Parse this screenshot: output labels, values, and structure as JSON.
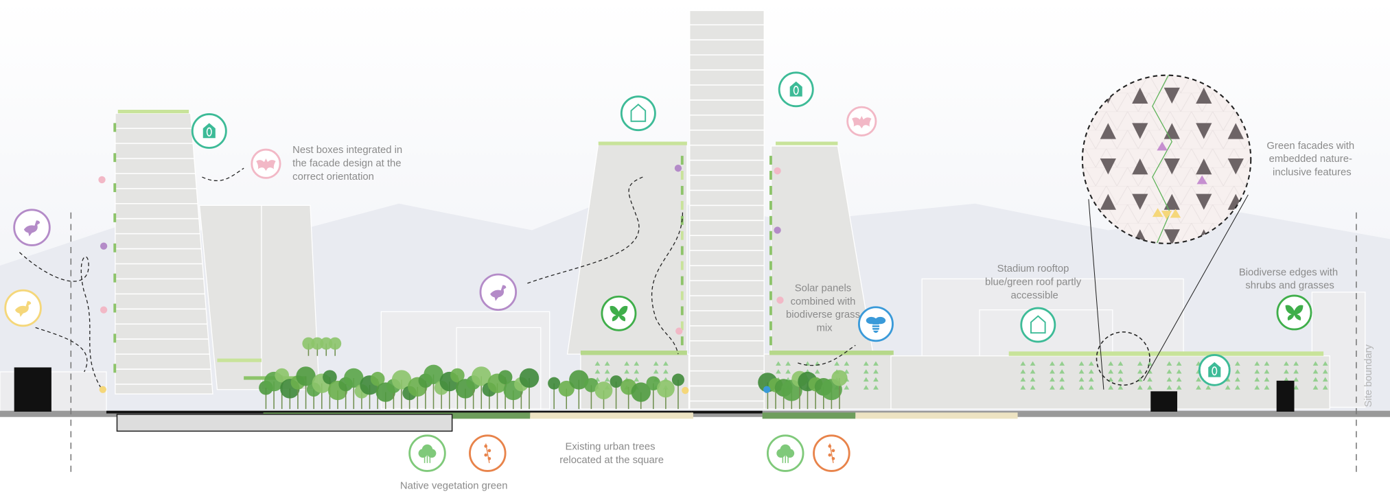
{
  "annotations": {
    "nest_boxes": [
      "Nest boxes integrated in",
      "the facade design at the",
      "correct orientation"
    ],
    "green_facades": [
      "Green facades with",
      "embedded nature-",
      "inclusive features"
    ],
    "stadium_rooftop": [
      "Stadium rooftop",
      "blue/green roof partly",
      "accessible"
    ],
    "biodiverse_edges": [
      "Biodiverse edges with",
      "shrubs and grasses"
    ],
    "solar_panels": [
      "Solar panels",
      "combined with",
      "biodiverse grass",
      "mix"
    ],
    "existing_trees": [
      "Existing urban trees",
      "relocated at the square"
    ],
    "native_vegetation": "Native vegetation green",
    "site_boundary": "Site boundary"
  },
  "colors": {
    "teal": "#3dbb97",
    "pink": "#f2b8c6",
    "purple": "#b48bc8",
    "yellow": "#f5d77a",
    "green": "#3fae4a",
    "light_green": "#7fc97a",
    "orange": "#e8834a",
    "blue": "#3a9ad9",
    "roof_green": "#c8e39a",
    "ground_beige": "#ede3c2",
    "ground_green": "#6e9e5c"
  },
  "icons": [
    "leaf-house-icon",
    "bat-icon",
    "bird-icon",
    "house-icon",
    "butterfly-icon",
    "bee-icon",
    "tree-icon",
    "plant-icon"
  ]
}
